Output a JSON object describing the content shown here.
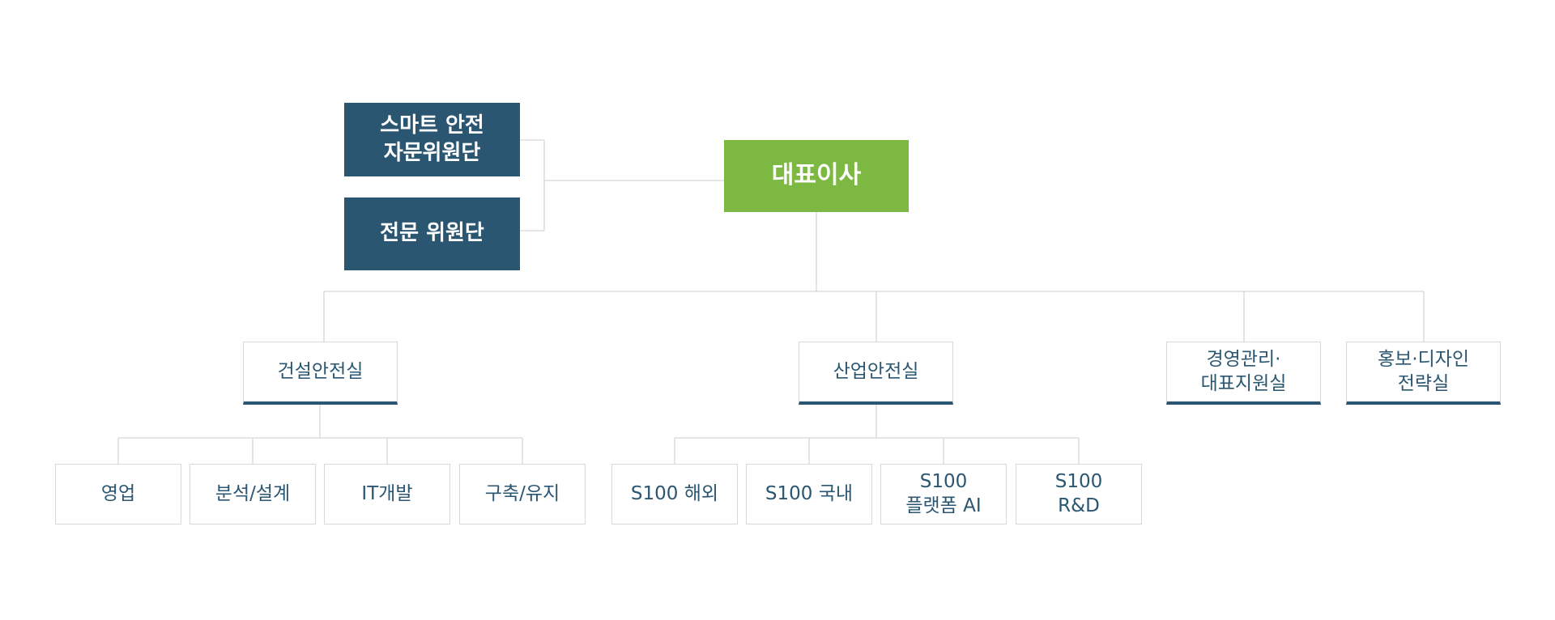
{
  "ceo": {
    "label": "대표이사"
  },
  "committees": [
    {
      "label": "스마트 안전\n자문위원단"
    },
    {
      "label": "전문 위원단"
    }
  ],
  "departments": [
    {
      "label": "건설안전실"
    },
    {
      "label": "산업안전실"
    },
    {
      "label": "경영관리·\n대표지원실"
    },
    {
      "label": "홍보·디자인\n전략실"
    }
  ],
  "construction_teams": [
    {
      "label": "영업"
    },
    {
      "label": "분석/설계"
    },
    {
      "label": "IT개발"
    },
    {
      "label": "구축/유지"
    }
  ],
  "industrial_teams": [
    {
      "label": "S100 해외"
    },
    {
      "label": "S100 국내"
    },
    {
      "label": "S100\n플랫폼 AI"
    },
    {
      "label": "S100\nR&D"
    }
  ],
  "colors": {
    "ceo": "#7db843",
    "committee": "#2b5671",
    "text_accent": "#2b5671",
    "connector": "#d6d6d6"
  }
}
